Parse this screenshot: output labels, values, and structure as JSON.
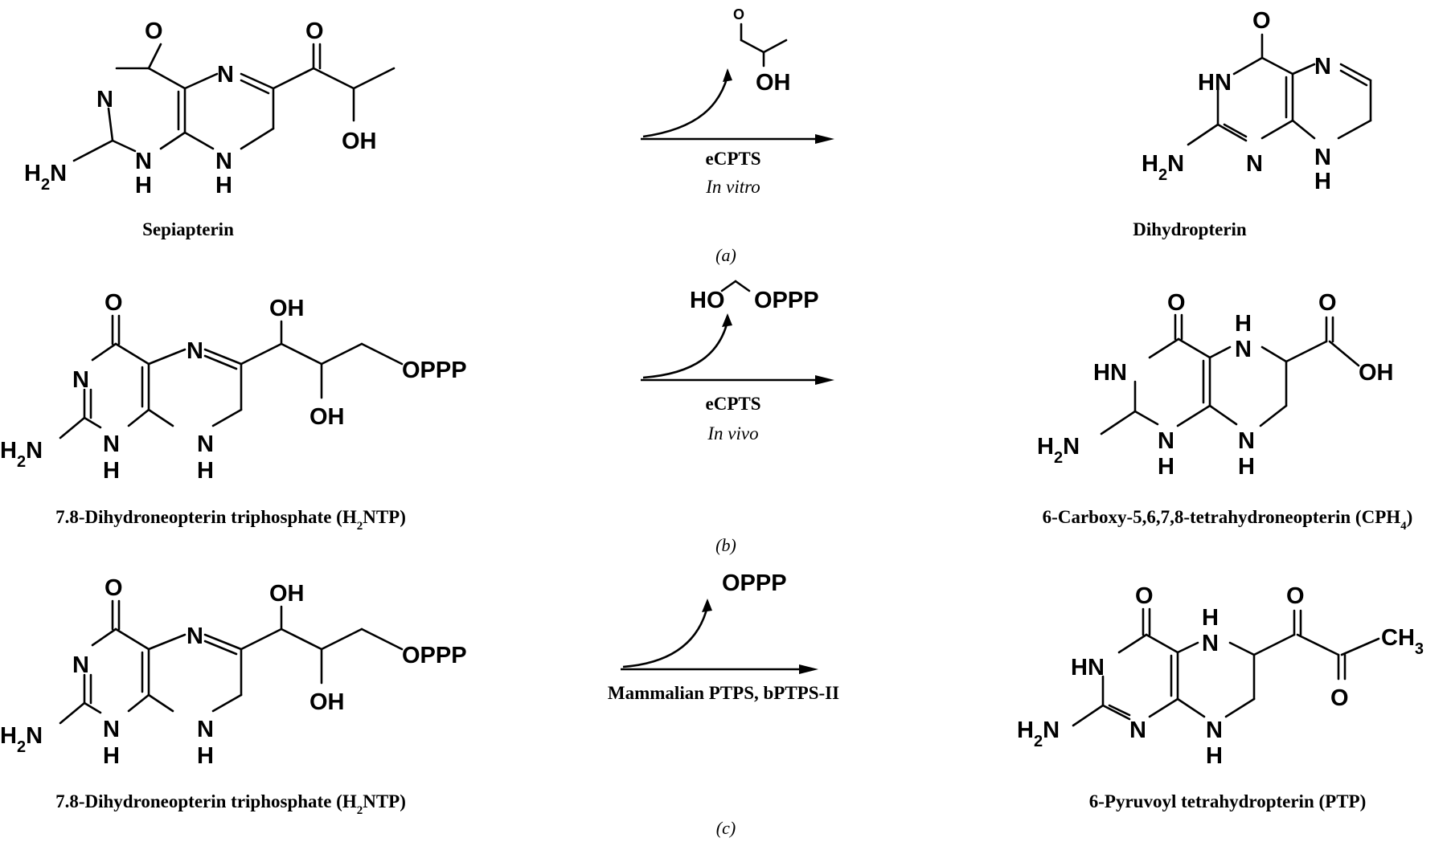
{
  "reactions": [
    {
      "panel_label": "(a)",
      "enzyme": "eCPTS",
      "condition": "In vitro",
      "substrate": {
        "name": "Sepiapterin",
        "labels": {
          "o4": "O",
          "n3": "N",
          "h2n": "H2N",
          "n1h_n": "N",
          "n1h_h": "H",
          "n5": "N",
          "n8h_n": "N",
          "n8h_h": "H",
          "o_keto": "O",
          "oh": "OH"
        }
      },
      "byproduct": {
        "labels": {
          "o": "O",
          "oh": "OH"
        }
      },
      "product": {
        "name": "Dihydropterin",
        "labels": {
          "o": "O",
          "hn": "HN",
          "h2n": "H2N",
          "n1": "N",
          "n5": "N",
          "n8h_n": "N",
          "n8h_h": "H"
        }
      }
    },
    {
      "panel_label": "(b)",
      "enzyme": "eCPTS",
      "condition": "In vivo",
      "substrate": {
        "name_main": "7.8-Dihydroneopterin triphosphate (H",
        "name_sub": "2",
        "name_tail": "NTP)",
        "labels": {
          "o4": "O",
          "n3": "N",
          "h2n": "H2N",
          "n1h_n": "N",
          "n1h_h": "H",
          "n5": "N",
          "n8h_n": "N",
          "n8h_h": "H",
          "oh1": "OH",
          "oh2": "OH",
          "oppp": "OPPP"
        }
      },
      "byproduct": {
        "labels": {
          "ho": "HO",
          "oppp": "OPPP"
        }
      },
      "product": {
        "name_main": "6-Carboxy-5,6,7,8-tetrahydroneopterin (CPH",
        "name_sub": "4",
        "name_tail": ")",
        "labels": {
          "o": "O",
          "hn": "HN",
          "h2n": "H2N",
          "n1h_n": "N",
          "n1h_h": "H",
          "n5h_n": "N",
          "n5h_h": "H",
          "n8h_n": "N",
          "n8h_h": "H",
          "acid_o": "O",
          "acid_oh": "OH"
        }
      }
    },
    {
      "panel_label": "(c)",
      "enzyme": "Mammalian PTPS, bPTPS-II",
      "substrate": {
        "name_main": "7.8-Dihydroneopterin triphosphate (H",
        "name_sub": "2",
        "name_tail": "NTP)",
        "labels": {
          "o4": "O",
          "n3": "N",
          "h2n": "H2N",
          "n1h_n": "N",
          "n1h_h": "H",
          "n5": "N",
          "n8h_n": "N",
          "n8h_h": "H",
          "oh1": "OH",
          "oh2": "OH",
          "oppp": "OPPP"
        }
      },
      "byproduct": {
        "labels": {
          "oppp": "OPPP"
        }
      },
      "product": {
        "name": "6-Pyruvoyl tetrahydropterin (PTP)",
        "labels": {
          "o": "O",
          "hn": "HN",
          "h2n": "H2N",
          "n1": "N",
          "n5h_n": "N",
          "n5h_h": "H",
          "n8h_n": "N",
          "n8h_h": "H",
          "keto_o1": "O",
          "keto_o2": "O",
          "ch3": "CH3"
        }
      }
    }
  ]
}
